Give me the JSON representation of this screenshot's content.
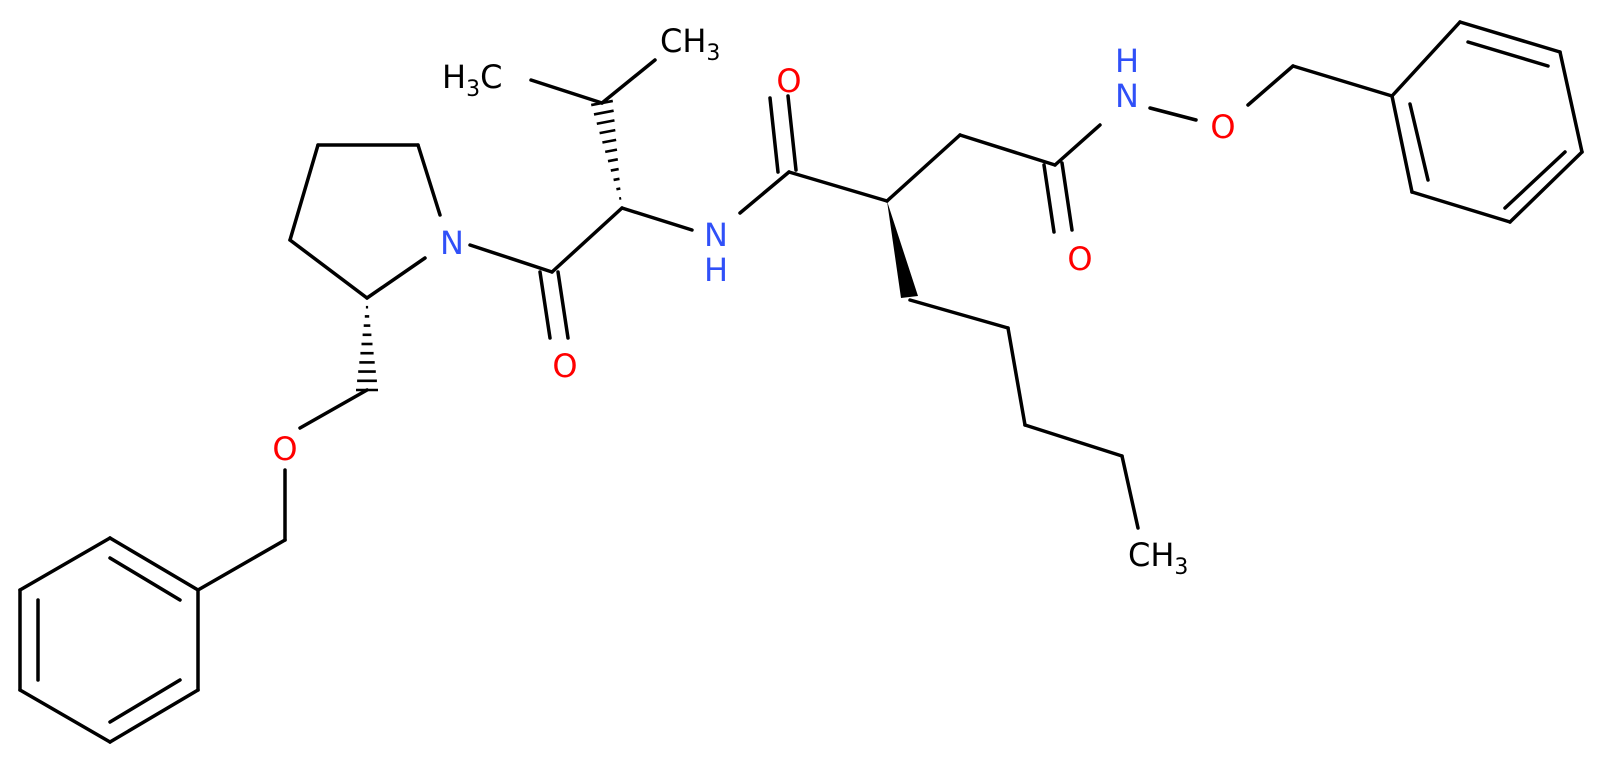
{
  "colors": {
    "bond": "#000000",
    "oxygen": "#ff0000",
    "nitrogen": "#3050f8",
    "carbon_label": "#000000",
    "background": "#ffffff"
  },
  "atoms": {
    "o_top": "O",
    "o_mid": "O",
    "o_left": "O",
    "o_ether_left": "O",
    "o_hydroxamate": "O",
    "n_pyrrolidine": "N",
    "n_amide": "N",
    "n_amide_h": "H",
    "n_hydroxamate": "N",
    "n_hydroxamate_h": "H",
    "ch3_top": {
      "main": "CH",
      "sub": "3"
    },
    "h3c_left": {
      "pre": "H",
      "sub": "3",
      "main": "C"
    },
    "ch3_bottom": {
      "main": "CH",
      "sub": "3"
    }
  }
}
